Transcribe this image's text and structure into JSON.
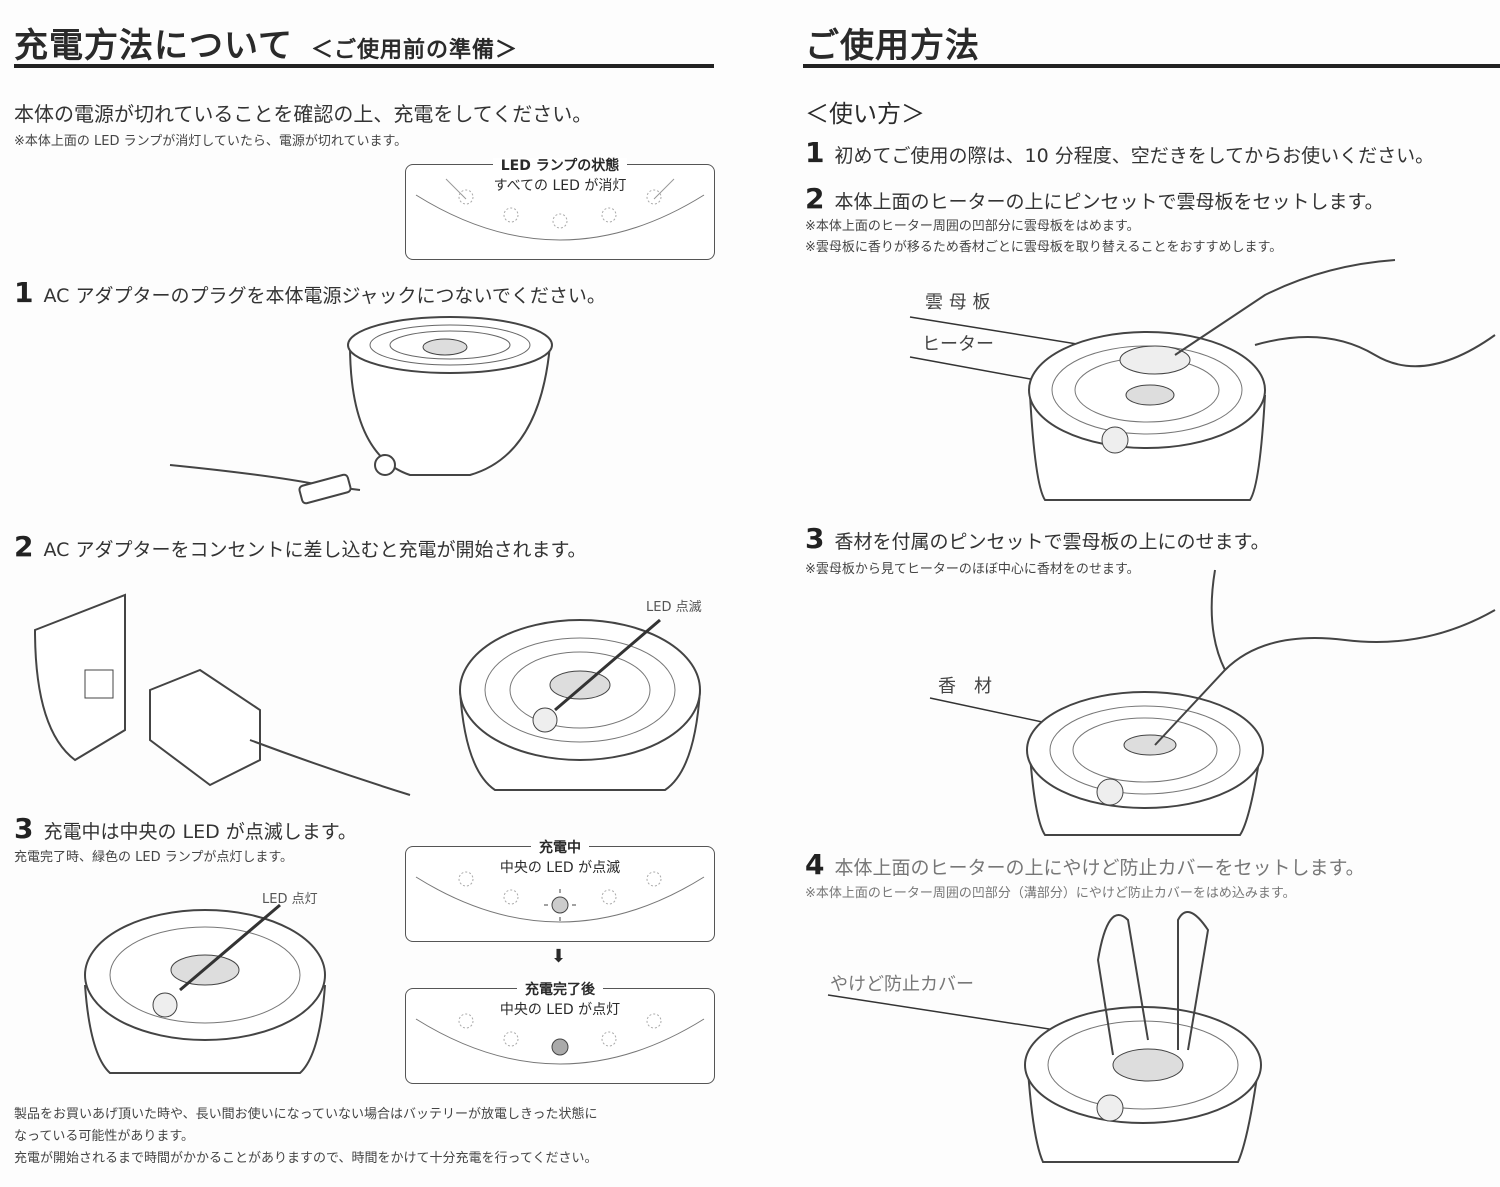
{
  "left": {
    "title": "充電方法について",
    "subtitle": "＜ご使用前の準備＞",
    "lead": "本体の電源が切れていることを確認の上、充電をしてください。",
    "lead_note": "※本体上面の LED ランプが消灯していたら、電源が切れています。",
    "led_box_off": {
      "title": "LED ランプの状態",
      "sub": "すべての LED が消灯"
    },
    "steps": [
      {
        "num": "1",
        "text": "AC アダプターのプラグを本体電源ジャックにつないでください。"
      },
      {
        "num": "2",
        "text": "AC アダプターをコンセントに差し込むと充電が開始されます。",
        "label": "LED 点滅"
      },
      {
        "num": "3",
        "text": "充電中は中央の LED が点滅します。",
        "note": "充電完了時、緑色の LED ランプが点灯します。",
        "label": "LED 点灯"
      }
    ],
    "led_box_charging": {
      "title": "充電中",
      "sub": "中央の LED が点滅"
    },
    "led_box_done": {
      "title": "充電完了後",
      "sub": "中央の LED が点灯"
    },
    "footer": [
      "製品をお買いあげ頂いた時や、長い間お使いになっていない場合はバッテリーが放電しきった状態に",
      "なっている可能性があります。",
      "充電が開始されるまで時間がかかることがありますので、時間をかけて十分充電を行ってください。"
    ]
  },
  "right": {
    "title": "ご使用方法",
    "subtitle": "＜使い方＞",
    "steps": [
      {
        "num": "1",
        "text": "初めてご使用の際は、10 分程度、空だきをしてからお使いください。"
      },
      {
        "num": "2",
        "text": "本体上面のヒーターの上にピンセットで雲母板をセットします。",
        "notes": [
          "※本体上面のヒーター周囲の凹部分に雲母板をはめます。",
          "※雲母板に香りが移るため香材ごとに雲母板を取り替えることをおすすめします。"
        ],
        "labels": [
          "雲 母 板",
          "ヒーター"
        ]
      },
      {
        "num": "3",
        "text": "香材を付属のピンセットで雲母板の上にのせます。",
        "notes": [
          "※雲母板から見てヒーターのほぼ中心に香材をのせます。"
        ],
        "labels": [
          "香　材"
        ]
      },
      {
        "num": "4",
        "text": "本体上面のヒーターの上にやけど防止カバーをセットします。",
        "notes": [
          "※本体上面のヒーター周囲の凹部分（溝部分）にやけど防止カバーをはめ込みます。"
        ],
        "labels": [
          "やけど防止カバー"
        ]
      }
    ]
  }
}
